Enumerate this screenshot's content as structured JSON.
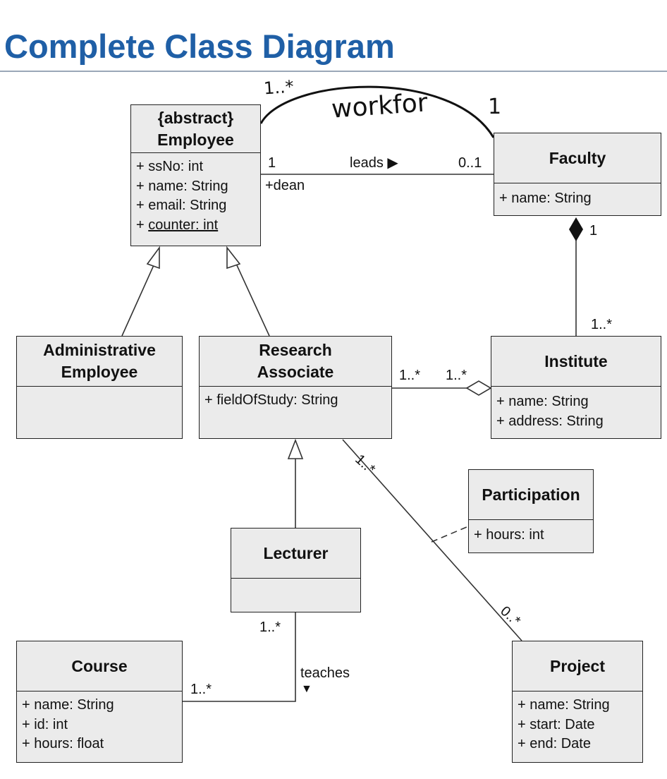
{
  "title": "Complete Class Diagram",
  "classes": {
    "employee": {
      "stereotype": "{abstract}",
      "name": "Employee",
      "attrs": [
        "+ ssNo: int",
        "+ name: String",
        "+ email: String"
      ],
      "static_prefix": "+ ",
      "static_attr": "counter: int"
    },
    "faculty": {
      "name": "Faculty",
      "attrs": [
        "+ name: String"
      ]
    },
    "admin": {
      "name_line1": "Administrative",
      "name_line2": "Employee"
    },
    "research": {
      "name_line1": "Research",
      "name_line2": "Associate",
      "attrs": [
        "+ fieldOfStudy: String"
      ]
    },
    "institute": {
      "name": "Institute",
      "attrs": [
        "+ name: String",
        "+ address: String"
      ]
    },
    "participation": {
      "name": "Participation",
      "attrs": [
        "+ hours: int"
      ]
    },
    "lecturer": {
      "name": "Lecturer"
    },
    "course": {
      "name": "Course",
      "attrs": [
        "+ name: String",
        "+ id: int",
        "+ hours: float"
      ]
    },
    "project": {
      "name": "Project",
      "attrs": [
        "+ name: String",
        "+ start: Date",
        "+ end: Date"
      ]
    }
  },
  "labels": {
    "leads_mult_left": "1",
    "leads_role": "+dean",
    "leads_name": "leads ▶",
    "leads_mult_right": "0..1",
    "faculty_comp_mult": "1",
    "institute_mult": "1..*",
    "research_inst_mult": "1..*",
    "inst_research_mult": "1..*",
    "research_project_mult": "1..*",
    "project_mult": "0..*",
    "lecturer_mult": "1..*",
    "teaches_name": "teaches",
    "teaches_arrow": "▼",
    "course_mult": "1..*"
  },
  "handwriting": {
    "mult_left": "1..*",
    "assoc_name": "workfor",
    "mult_right": "1"
  }
}
